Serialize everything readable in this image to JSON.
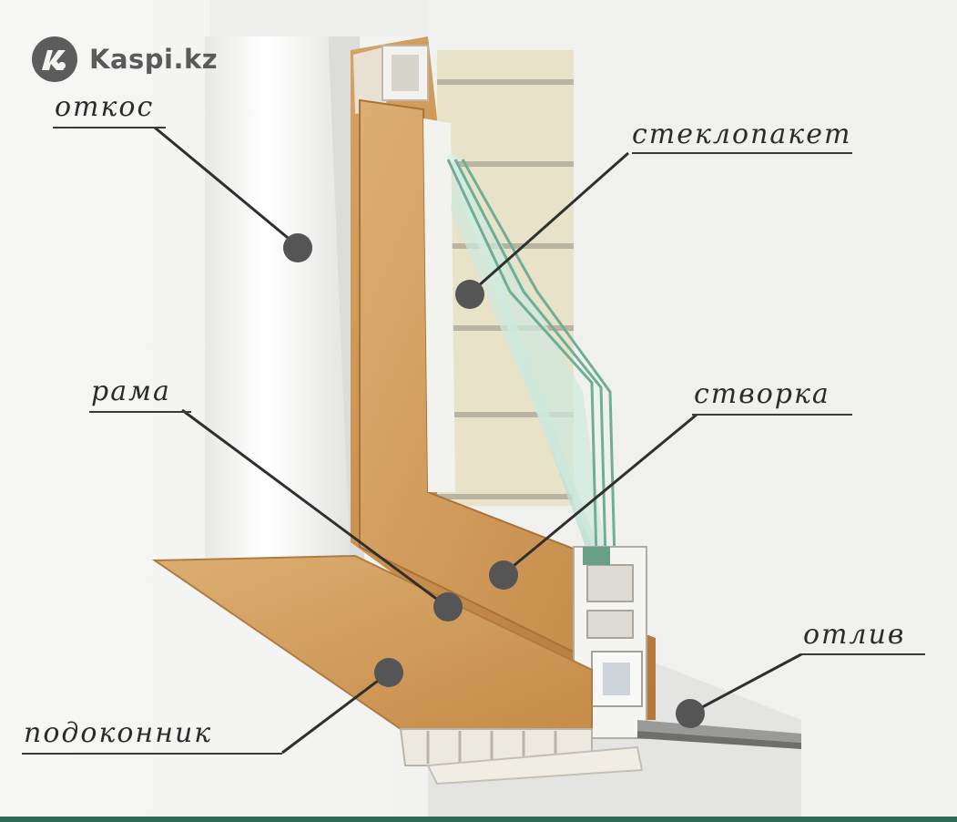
{
  "brand": {
    "name": "Kaspi.kz",
    "icon": "kaspi-logo-icon"
  },
  "labels": {
    "otkos": "откос",
    "steklopaket": "стеклопакет",
    "rama": "рама",
    "stvorka": "створка",
    "otliv": "отлив",
    "podokonnik": "подоконник"
  },
  "colors": {
    "wood": "#c9924f",
    "wood_dark": "#a8733a",
    "frame_white": "#f2f2ee",
    "brick": "#e4dfc3",
    "glass": "#bfe3d7",
    "marker": "#555555",
    "accent_bar": "#2e6b57"
  }
}
